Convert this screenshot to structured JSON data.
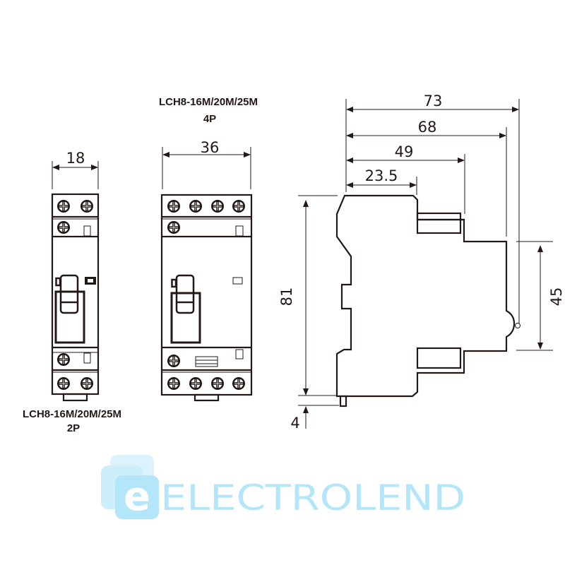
{
  "models": {
    "two_pole": {
      "name": "LCH8-16M/20M/25M",
      "poles": "2P",
      "width_dim": "18"
    },
    "four_pole": {
      "name": "LCH8-16M/20M/25M",
      "poles": "4P",
      "width_dim": "36"
    }
  },
  "side_view": {
    "dims": {
      "total_depth": "73",
      "depth_68": "68",
      "depth_49": "49",
      "depth_23_5": "23.5",
      "height": "81",
      "rail_height": "45",
      "pin": "4"
    }
  },
  "watermark": {
    "text": "ELECTROLEND",
    "letter": "e"
  },
  "colors": {
    "line": "#231815",
    "logo": "#b4e6f9"
  }
}
